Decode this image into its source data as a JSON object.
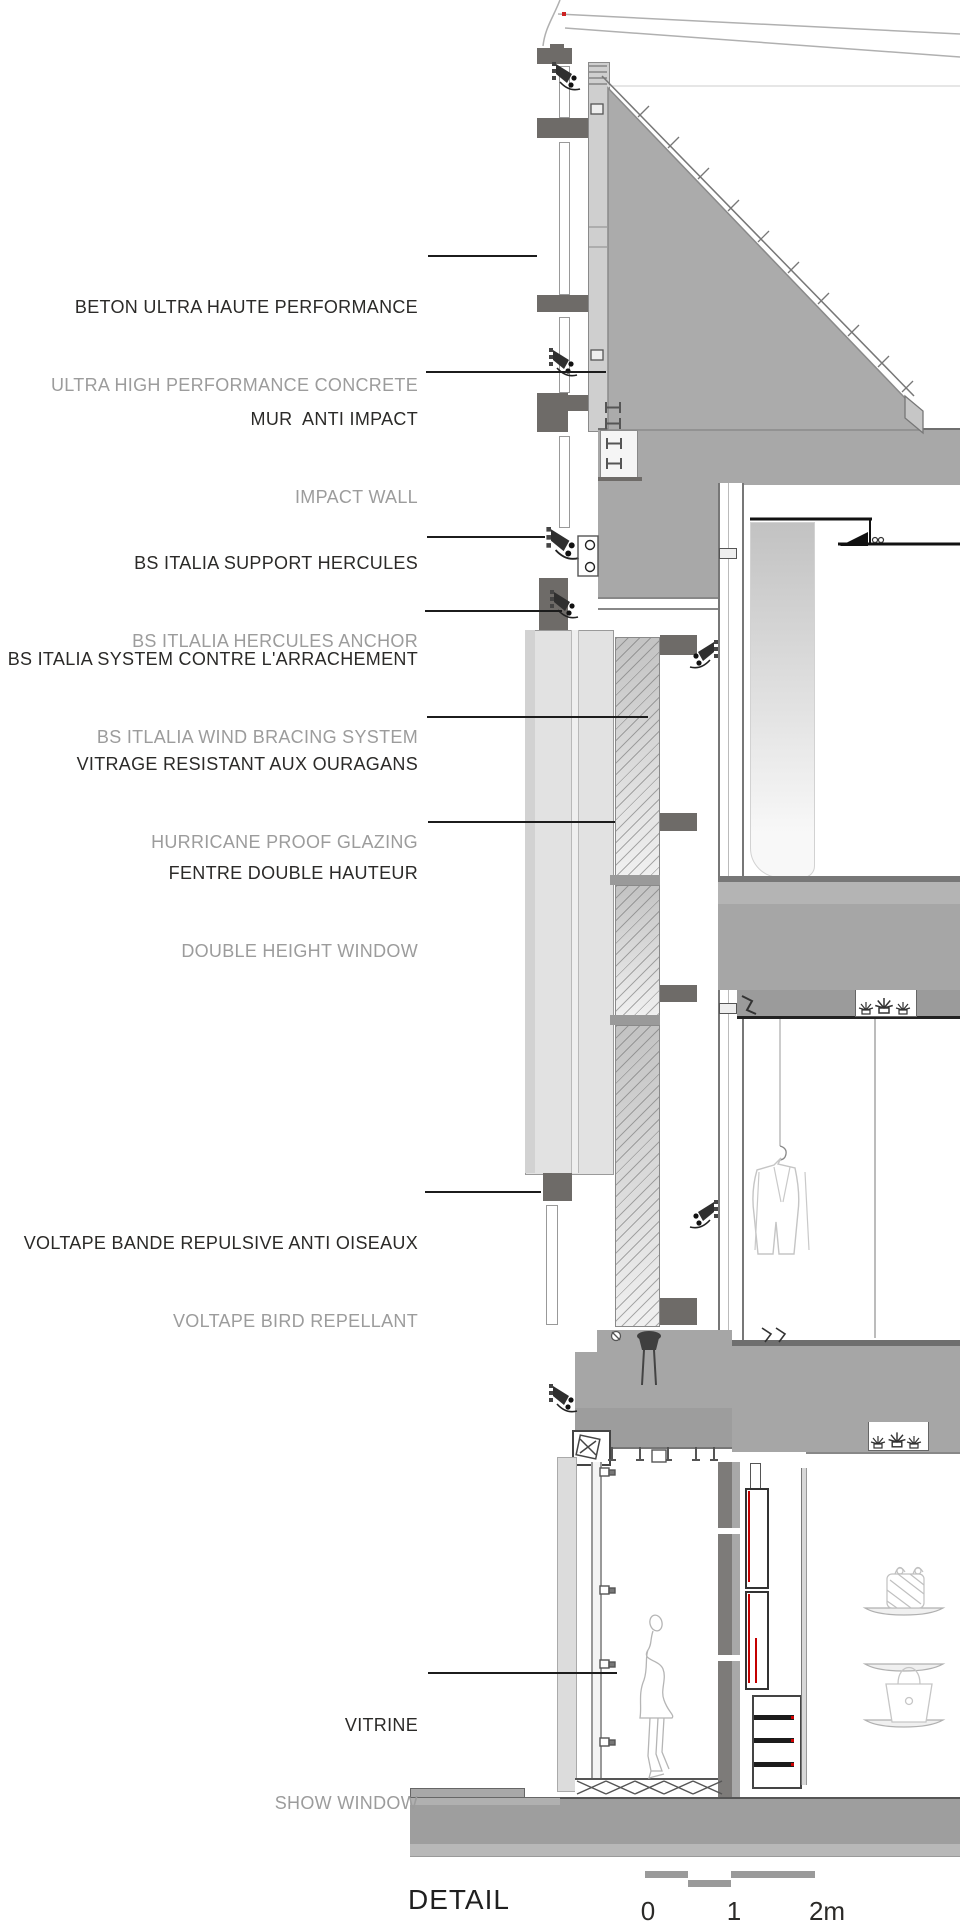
{
  "title": "DETAIL",
  "scale_bar": {
    "labels": [
      "0",
      "1",
      "2m"
    ]
  },
  "annotations": [
    {
      "fr": "BETON ULTRA HAUTE PERFORMANCE",
      "en": "ULTRA HIGH PERFORMANCE CONCRETE"
    },
    {
      "fr": "MUR  ANTI IMPACT",
      "en": "IMPACT WALL"
    },
    {
      "fr": "BS ITALIA SUPPORT HERCULES",
      "en": "BS ITLALIA HERCULES ANCHOR"
    },
    {
      "fr": "BS ITALIA SYSTEM CONTRE L'ARRACHEMENT",
      "en": "BS ITLALIA WIND BRACING SYSTEM"
    },
    {
      "fr": "VITRAGE RESISTANT AUX OURAGANS",
      "en": "HURRICANE PROOF GLAZING"
    },
    {
      "fr": "FENTRE DOUBLE HAUTEUR",
      "en": "DOUBLE HEIGHT WINDOW"
    },
    {
      "fr": "VOLTAPE BANDE REPULSIVE ANTI OISEAUX",
      "en": "VOLTAPE BIRD REPELLANT"
    },
    {
      "fr": "VITRINE",
      "en": "SHOW WINDOW"
    }
  ],
  "colors": {
    "label_fr": "#2b2a28",
    "label_en": "#9c9c9c",
    "concrete_dark": "#6e6b68",
    "concrete_fill": "#a9a9a9",
    "scale_bar": "#9a9a9a",
    "accent_red": "#c40000",
    "leader": "#1c1c1c"
  },
  "icons": {
    "anchor": "facade-anchor-icon",
    "plant": "plant-icon",
    "mannequin": "mannequin-icon",
    "jacket": "hanging-jacket-icon",
    "quilted_bag": "quilted-handbag-icon",
    "tote_bag": "tote-bag-icon",
    "spotlight": "ceiling-spotlight-icon"
  }
}
